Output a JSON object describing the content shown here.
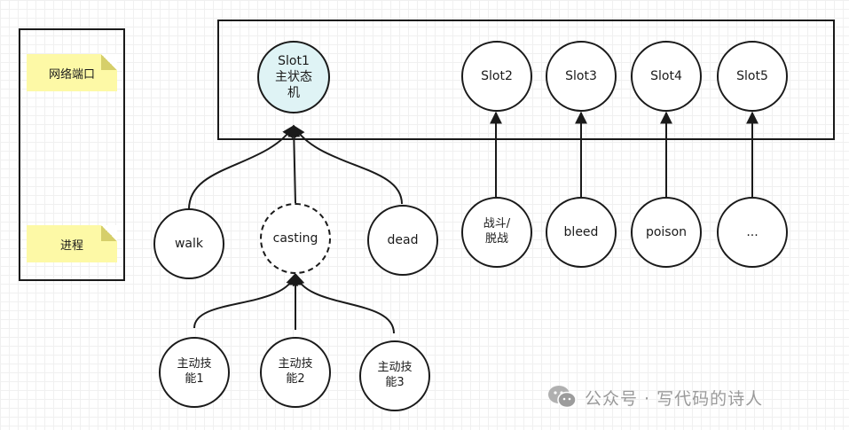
{
  "legend": {
    "items": [
      {
        "label": "网络端口"
      },
      {
        "label": "进程"
      }
    ]
  },
  "slots": [
    {
      "label": "Slot1\n主状态\n机"
    },
    {
      "label": "Slot2"
    },
    {
      "label": "Slot3"
    },
    {
      "label": "Slot4"
    },
    {
      "label": "Slot5"
    }
  ],
  "states": [
    {
      "label": "walk"
    },
    {
      "label": "casting"
    },
    {
      "label": "dead"
    }
  ],
  "skills": [
    {
      "label": "主动技\n能1"
    },
    {
      "label": "主动技\n能2"
    },
    {
      "label": "主动技\n能3"
    }
  ],
  "conditions": [
    {
      "label": "战斗/\n脱战"
    },
    {
      "label": "bleed"
    },
    {
      "label": "poison"
    },
    {
      "label": "..."
    }
  ],
  "watermark": {
    "text": "公众号 · 写代码的诗人"
  },
  "colors": {
    "main_slot_fill": "#dff3f5",
    "sticky_fill": "#fdf9a6",
    "stroke": "#1a1a1a"
  }
}
